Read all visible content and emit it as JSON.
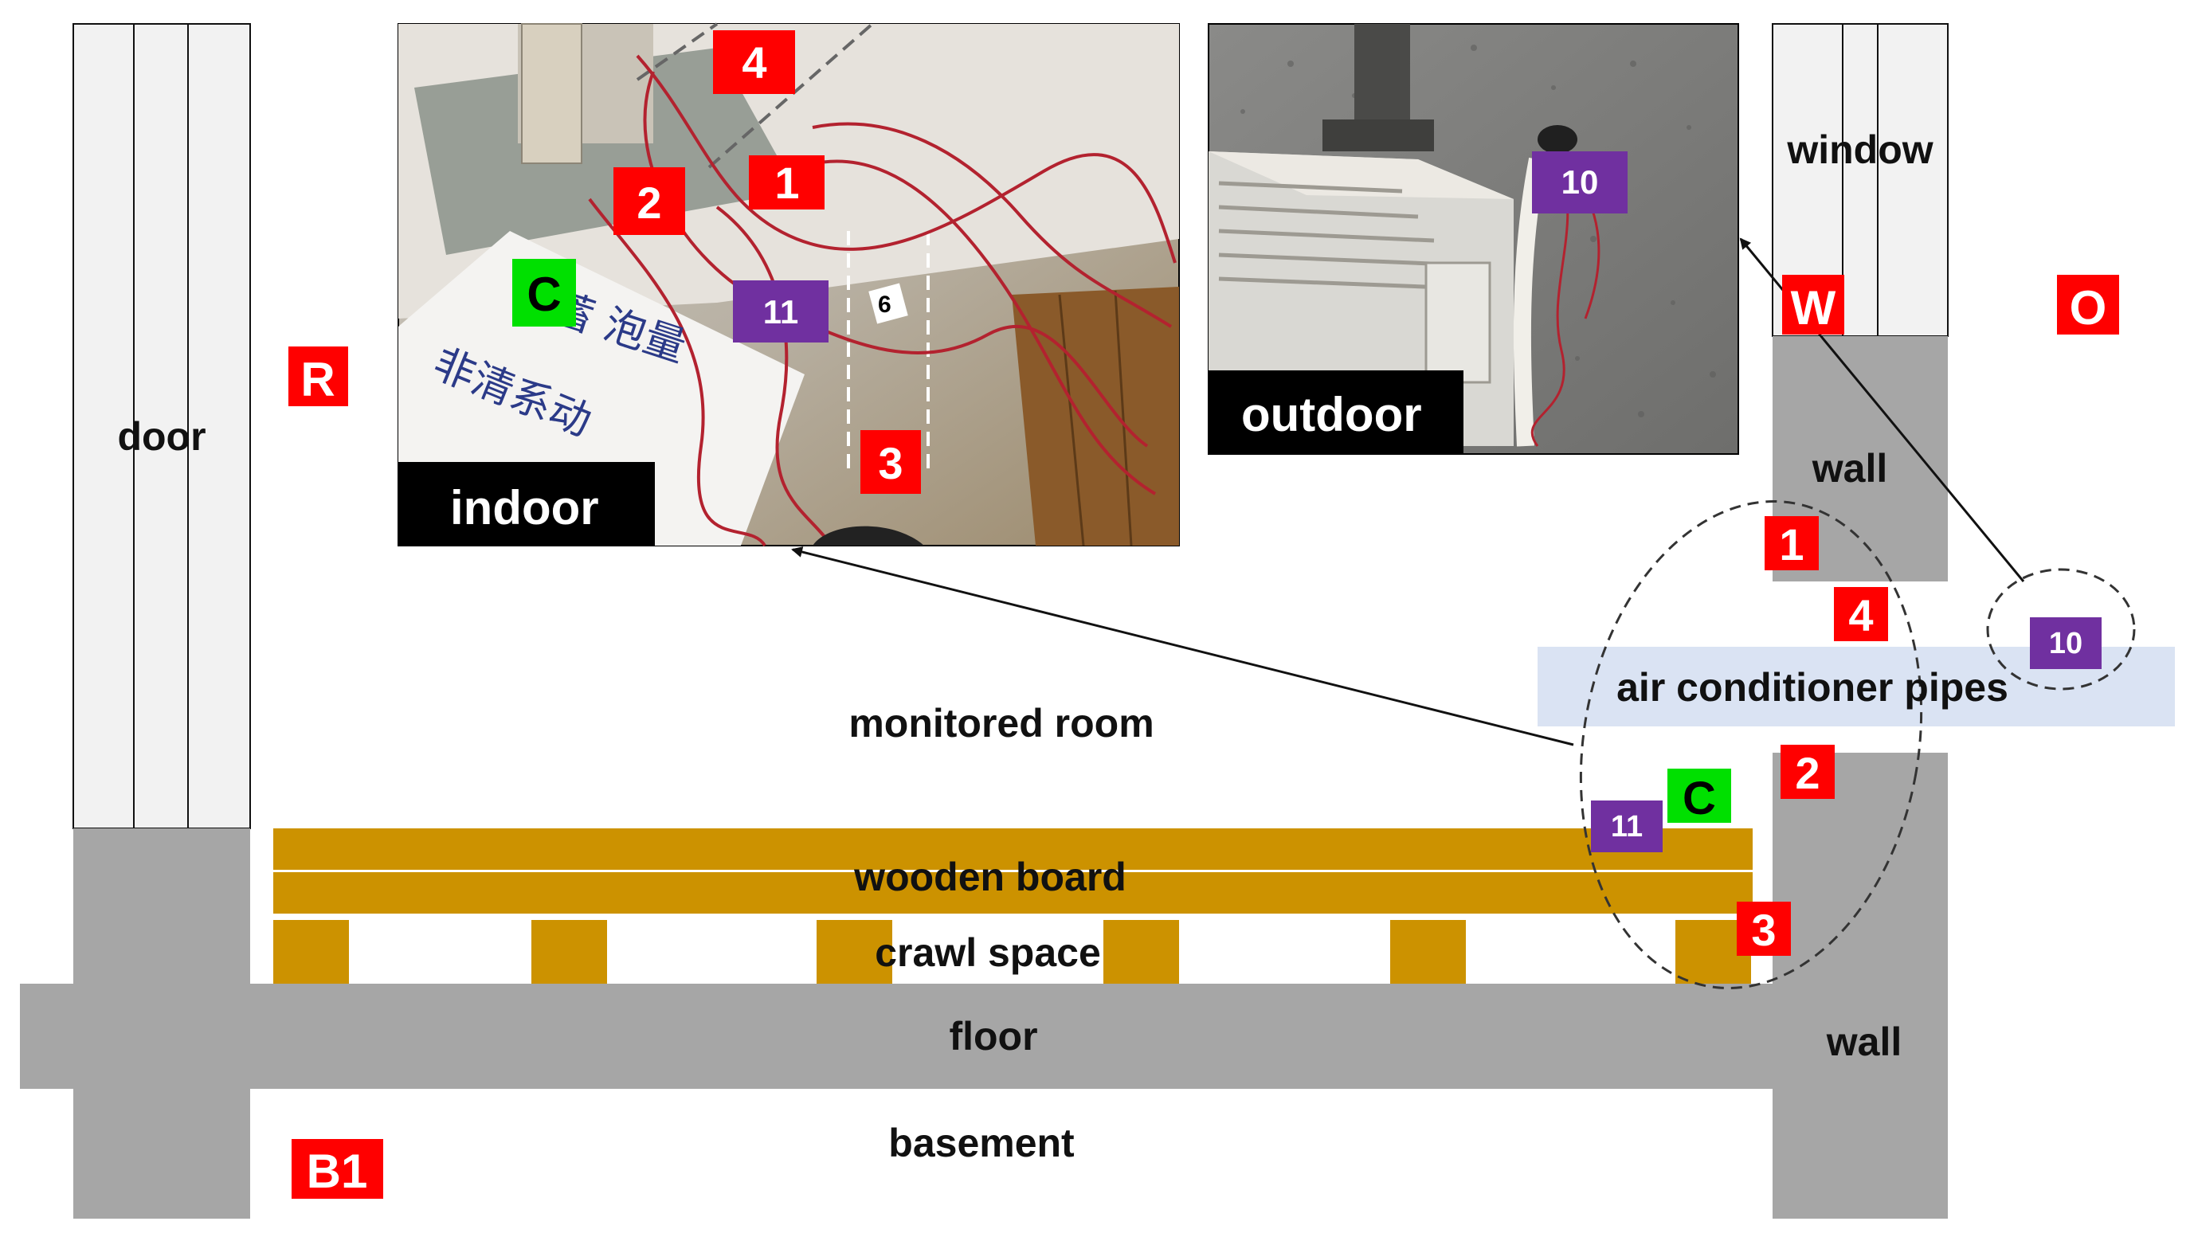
{
  "colors": {
    "wall_gray": "#a6a6a6",
    "wood": "#cc9200",
    "pipe_band": "#dae3f3",
    "marker_red": "#ff0000",
    "marker_purple": "#7030a0",
    "marker_green": "#00e000",
    "panel_line": "#000000"
  },
  "labels": {
    "door": "door",
    "window": "window",
    "wall_upper": "wall",
    "wall_lower": "wall",
    "monitored_room": "monitored room",
    "air_conditioner_pipes": "air conditioner pipes",
    "wooden_board": "wooden board",
    "crawl_space": "crawl space",
    "floor": "floor",
    "basement": "basement"
  },
  "photos": {
    "indoor_caption": "indoor",
    "outdoor_caption": "outdoor",
    "indoor_tags": {
      "t4": "4",
      "t1": "1",
      "t2": "2",
      "t3": "3",
      "t11": "11",
      "tC": "C"
    },
    "outdoor_tags": {
      "t10": "10"
    },
    "handwriting": {
      "line1": "水蓄 泡量",
      "line2": "非清系动",
      "tag": "6"
    }
  },
  "markers": {
    "R": "R",
    "W": "W",
    "O": "O",
    "B1": "B1",
    "m1": "1",
    "m4": "4",
    "m2": "2",
    "m3": "3",
    "m10": "10",
    "m11": "11",
    "mC": "C"
  }
}
